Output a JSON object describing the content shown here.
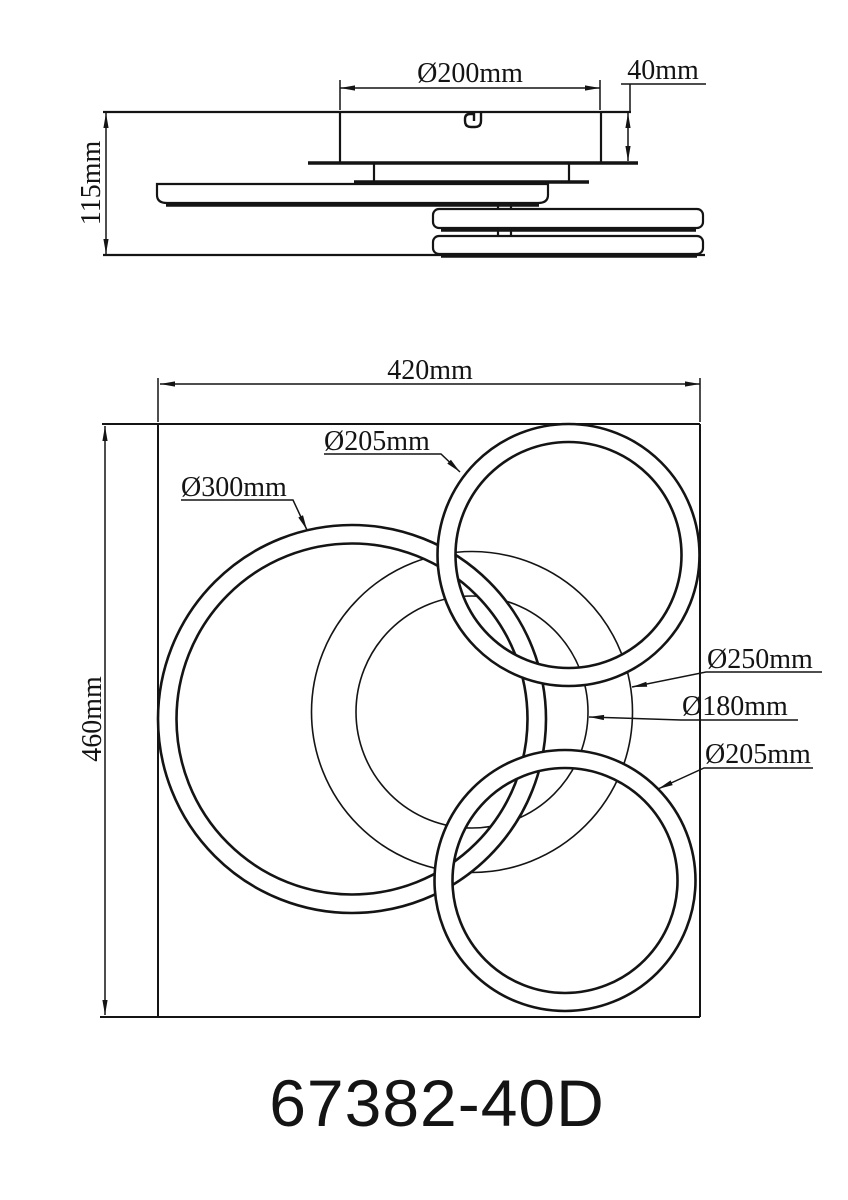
{
  "drawing": {
    "model_number": "67382-40D",
    "side_view": {
      "canopy_diameter_label": "Ø200mm",
      "canopy_height_label": "40mm",
      "total_height_label": "115mm"
    },
    "plan_view": {
      "width_label": "420mm",
      "height_label": "460mm",
      "ring_top_right_label": "Ø205mm",
      "ring_large_label": "Ø300mm",
      "inner_disc_outer_label": "Ø250mm",
      "inner_disc_inner_label": "Ø180mm",
      "ring_bottom_right_label": "Ø205mm"
    },
    "colors": {
      "line": "#141414",
      "background": "#ffffff"
    }
  }
}
